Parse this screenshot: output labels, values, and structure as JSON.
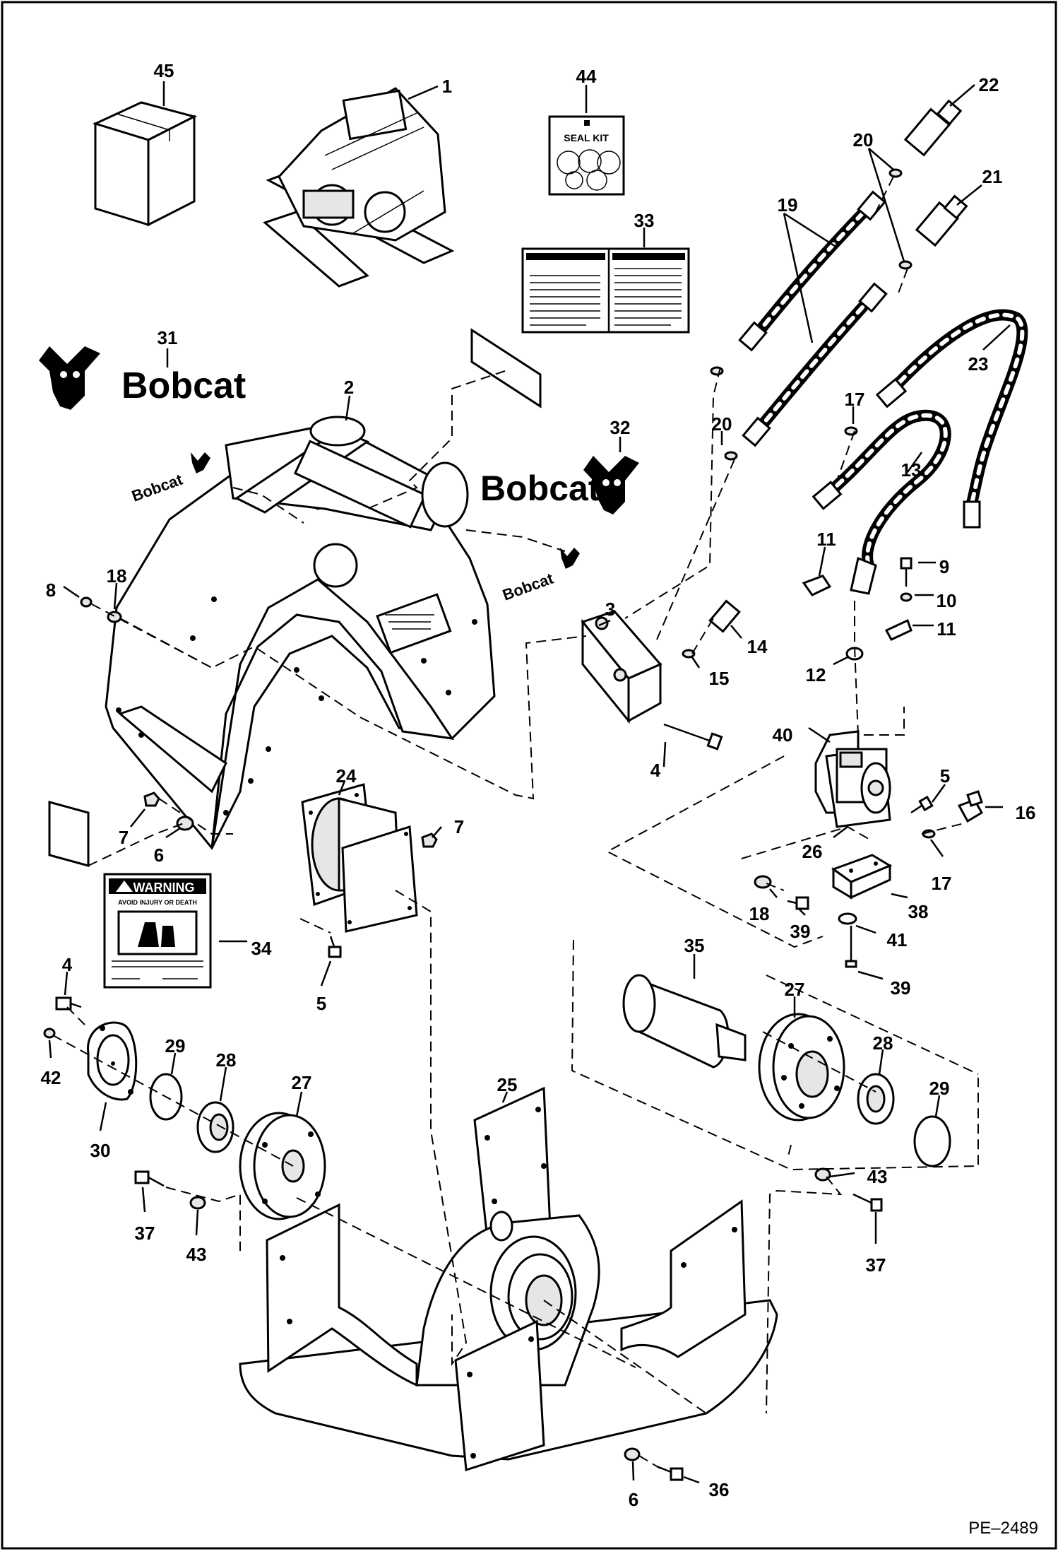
{
  "drawing_id": "PE–2489",
  "brand_text": "Bobcat",
  "seal_kit_label": "SEAL KIT",
  "warning_decal": {
    "title": "WARNING",
    "subtitle": "AVOID INJURY OR DEATH"
  },
  "callouts": [
    "1",
    "2",
    "3",
    "4",
    "5",
    "6",
    "7",
    "8",
    "9",
    "10",
    "11",
    "12",
    "13",
    "14",
    "15",
    "16",
    "17",
    "18",
    "19",
    "20",
    "21",
    "22",
    "23",
    "24",
    "25",
    "26",
    "27",
    "28",
    "29",
    "30",
    "31",
    "32",
    "33",
    "34",
    "35",
    "36",
    "37",
    "38",
    "39",
    "40",
    "41",
    "42",
    "43",
    "44",
    "45"
  ]
}
